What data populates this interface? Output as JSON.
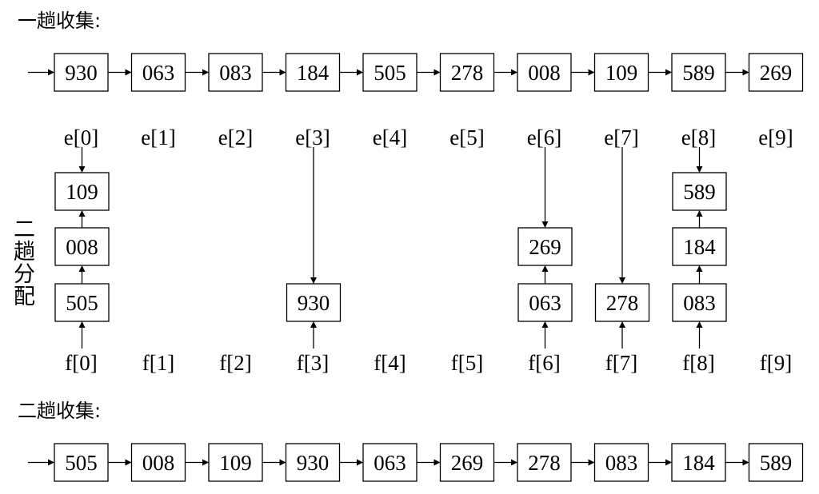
{
  "first_collect": {
    "title": "一趟收集:",
    "items": [
      "930",
      "063",
      "083",
      "184",
      "505",
      "278",
      "008",
      "109",
      "589",
      "269"
    ]
  },
  "heads": [
    "e[0]",
    "e[1]",
    "e[2]",
    "e[3]",
    "e[4]",
    "e[5]",
    "e[6]",
    "e[7]",
    "e[8]",
    "e[9]"
  ],
  "tails": [
    "f[0]",
    "f[1]",
    "f[2]",
    "f[3]",
    "f[4]",
    "f[5]",
    "f[6]",
    "f[7]",
    "f[8]",
    "f[9]"
  ],
  "second_distribute": {
    "title_chars": [
      "二",
      "趟",
      "分",
      "配"
    ],
    "buckets": [
      {
        "index": 0,
        "items": [
          "109",
          "008",
          "505"
        ]
      },
      {
        "index": 3,
        "items": [
          "930"
        ]
      },
      {
        "index": 6,
        "items": [
          "269",
          "063"
        ]
      },
      {
        "index": 7,
        "items": [
          "278"
        ]
      },
      {
        "index": 8,
        "items": [
          "589",
          "184",
          "083"
        ]
      }
    ]
  },
  "second_collect": {
    "title": "二趟收集:",
    "items": [
      "505",
      "008",
      "109",
      "930",
      "063",
      "269",
      "278",
      "083",
      "184",
      "589"
    ]
  }
}
